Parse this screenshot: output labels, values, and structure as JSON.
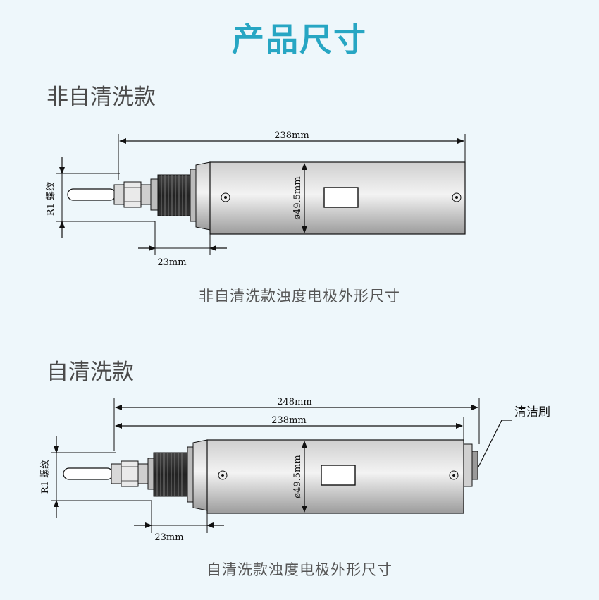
{
  "page_title": "产品尺寸",
  "sections": [
    {
      "heading": "非自清洗款",
      "caption": "非自清洗款浊度电极外形尺寸",
      "dim_total": "238mm",
      "dim_thread": "23mm",
      "dim_diameter": "ø49.5mm",
      "thread_label": "R1 螺纹"
    },
    {
      "heading": "自清洗款",
      "caption": "自清洗款浊度电极外形尺寸",
      "dim_total_outer": "248mm",
      "dim_total": "238mm",
      "dim_thread": "23mm",
      "dim_diameter": "ø49.5mm",
      "thread_label": "R1 螺纹",
      "brush_label": "清洁刷"
    }
  ]
}
